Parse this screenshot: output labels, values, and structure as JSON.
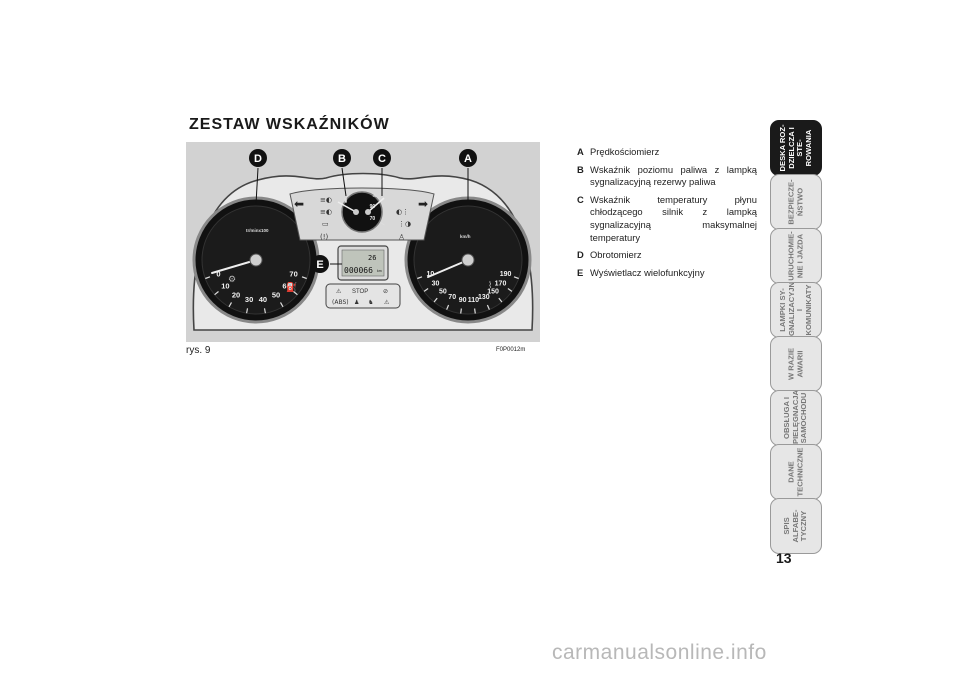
{
  "title": "ZESTAW WSKAŹNIKÓW",
  "figure": {
    "caption": "rys. 9",
    "code": "F0P0012m",
    "callouts": [
      "D",
      "B",
      "C",
      "A",
      "E"
    ],
    "tachometer": {
      "ticks": [
        "0",
        "10",
        "20",
        "30",
        "40",
        "50",
        "60",
        "70"
      ],
      "unit": "tr/minx100"
    },
    "speedometer": {
      "ticks": [
        "10",
        "30",
        "50",
        "70",
        "90",
        "110",
        "130",
        "150",
        "170",
        "190"
      ],
      "unit": "km/h"
    },
    "temperature": {
      "ticks": [
        "90",
        "70"
      ]
    },
    "display": {
      "top_value": "26",
      "odometer": "000066",
      "unit": "km"
    },
    "warning_text": "STOP"
  },
  "legend": [
    {
      "letter": "A",
      "text": "Prędkościomierz"
    },
    {
      "letter": "B",
      "text": "Wskaźnik poziomu paliwa z lampką sygnalizacyjną rezerwy paliwa"
    },
    {
      "letter": "C",
      "text": "Wskaźnik temperatury płynu chłodzącego silnik z lampką sygnalizacyjną maksymalnej temperatury"
    },
    {
      "letter": "D",
      "text": "Obrotomierz"
    },
    {
      "letter": "E",
      "text": "Wyświetlacz wielofunkcyjny"
    }
  ],
  "tabs": [
    {
      "label": "DESKA ROZ-\nDZIELCZA I STE-\nROWANIA",
      "active": true
    },
    {
      "label": "BEZPIECZE-\nŃSTWO",
      "active": false
    },
    {
      "label": "URUCHOMIE-\nNIE I JAZDA",
      "active": false
    },
    {
      "label": "LAMPKI SY-\nGNALIZACYJNE\nI KOMUNIKATY",
      "active": false
    },
    {
      "label": "W RAZIE\nAWARII",
      "active": false
    },
    {
      "label": "OBSŁUGA I\nPIELĘGNACJA\nSAMOCHODU",
      "active": false
    },
    {
      "label": "DANE\nTECHNICZNE",
      "active": false
    },
    {
      "label": "SPIS ALFABE-\nTYCZNY",
      "active": false
    }
  ],
  "page_number": "13",
  "watermark": "carmanualsonline.info"
}
